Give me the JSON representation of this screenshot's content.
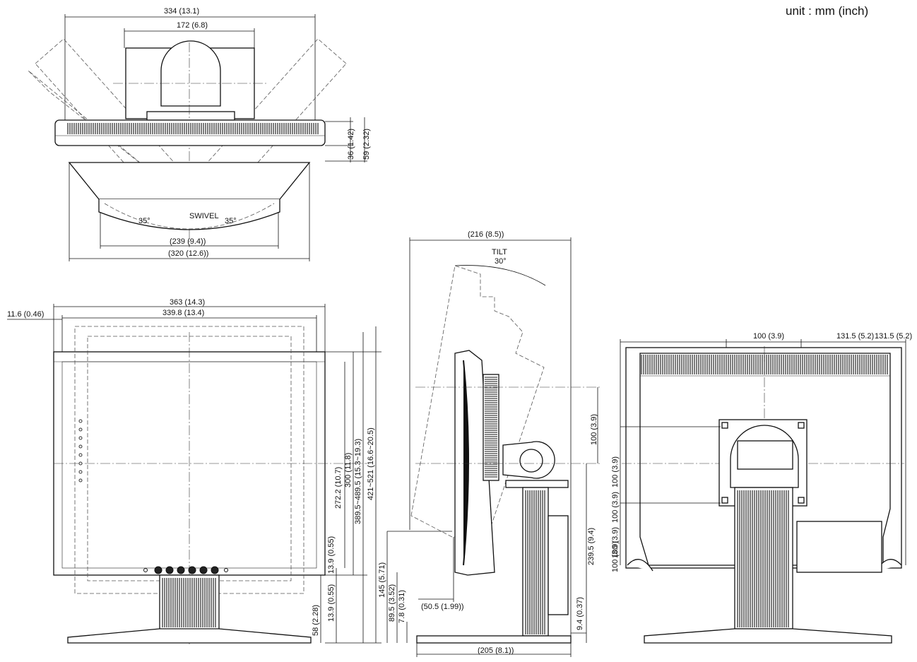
{
  "unit_label": "unit : mm (inch)",
  "top_view": {
    "width_outer": "334 (13.1)",
    "width_inner": "172 (6.8)",
    "depth_1": "36 (1.42)",
    "depth_2": "59 (2.32)",
    "swivel_label": "SWIVEL",
    "swivel_left": "35°",
    "swivel_right": "35°",
    "base_inner": "(239 (9.4))",
    "base_outer": "(320 (12.6))"
  },
  "front_view": {
    "width_outer": "363 (14.3)",
    "width_inner": "339.8 (13.4)",
    "bezel": "11.6 (0.46)",
    "screen_h": "272.2 (10.7)",
    "panel_h": "300 (11.8)",
    "height_range_1": "389.5~489.5 (15.3~19.3)",
    "height_range_2": "421~521 (16.6~20.5)",
    "bezel_bottom_1": "13.9 (0.55)",
    "bezel_bottom_2": "13.9 (0.55)",
    "stand_h": "58 (2.28)"
  },
  "side_view": {
    "depth_top": "(216 (8.5))",
    "tilt_label": "TILT",
    "tilt_angle": "30°",
    "vesa": "100 (3.9)",
    "base_h": "239.5 (9.4)",
    "h_145": "145 (5.71)",
    "h_89": "89.5 (3.52)",
    "h_7": "7.8 (0.31)",
    "offset": "(50.5 (1.99))",
    "foot": "9.4 (0.37)",
    "base_depth": "(205 (8.1))"
  },
  "back_view": {
    "vesa_w": "100 (3.9)",
    "side_1": "131.5 (5.2)",
    "side_2": "131.5 (5.2)",
    "vesa_h": "100 (3.9)",
    "v1": "100 (3.9)",
    "v2": "100 (3.9)",
    "v3": "100 (3.9)"
  }
}
